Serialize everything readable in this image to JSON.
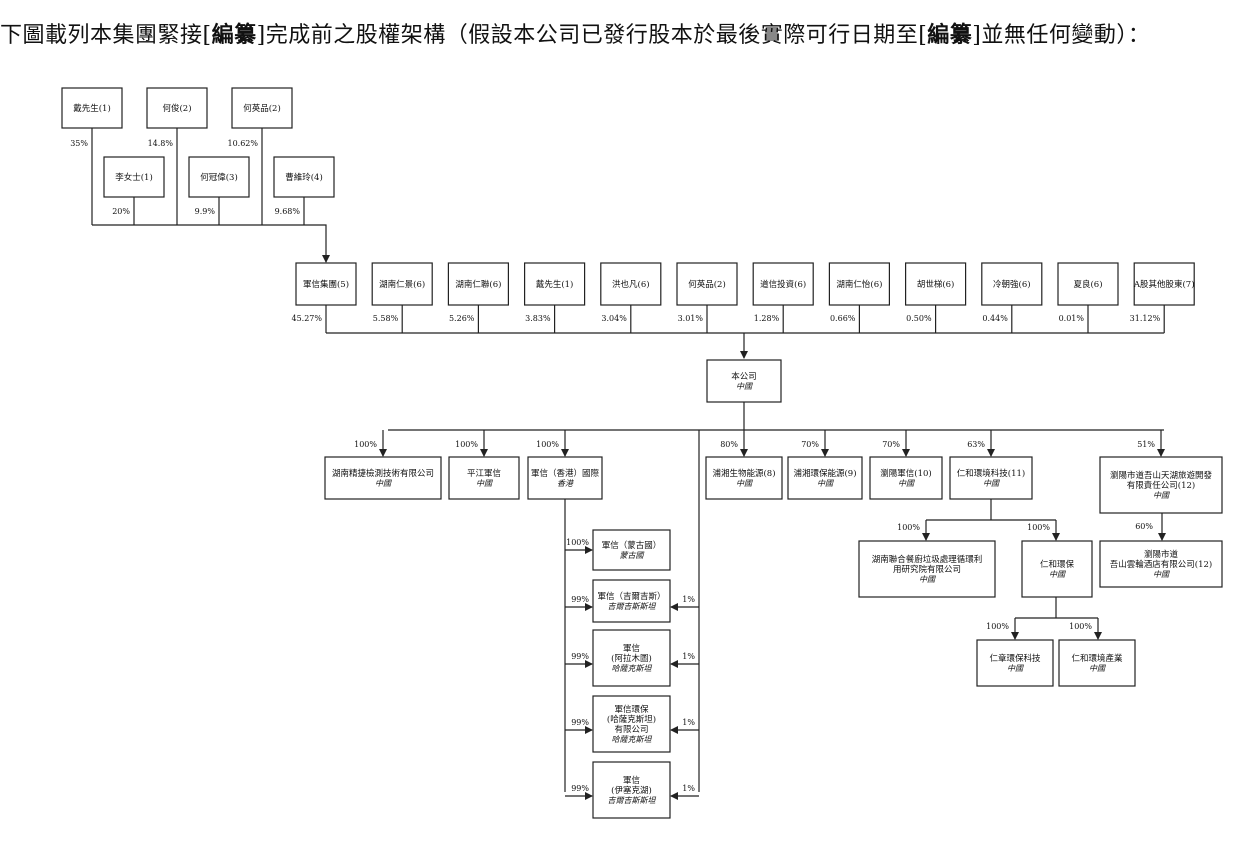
{
  "heading": {
    "part1": "下圖載列本集團緊接[",
    "redact1": "編纂",
    "part2": "]完成前之股權架構（假設本公司已發行股本於最後實際可行日期至[",
    "redact2": "編纂",
    "part3": "]並無任何變動）："
  },
  "top_holders": [
    {
      "name": "戴先生",
      "note": "(1)",
      "pct": "35%"
    },
    {
      "name": "何俊",
      "note": "(2)",
      "pct": "14.8%"
    },
    {
      "name": "何英品",
      "note": "(2)",
      "pct": "10.62%"
    },
    {
      "name": "李女士",
      "note": "(1)",
      "pct": "20%"
    },
    {
      "name": "何冠偉",
      "note": "(3)",
      "pct": "9.9%"
    },
    {
      "name": "曹維玲",
      "note": "(4)",
      "pct": "9.68%"
    }
  ],
  "shareholders": [
    {
      "name": "軍信集團",
      "note": "(5)",
      "pct": "45.27%"
    },
    {
      "name": "湖南仁景",
      "note": "(6)",
      "pct": "5.58%"
    },
    {
      "name": "湖南仁聯",
      "note": "(6)",
      "pct": "5.26%"
    },
    {
      "name": "戴先生",
      "note": "(1)",
      "pct": "3.83%"
    },
    {
      "name": "洪也凡",
      "note": "(6)",
      "pct": "3.04%"
    },
    {
      "name": "何英品",
      "note": "(2)",
      "pct": "3.01%"
    },
    {
      "name": "道信投資",
      "note": "(6)",
      "pct": "1.28%"
    },
    {
      "name": "湖南仁怡",
      "note": "(6)",
      "pct": "0.66%"
    },
    {
      "name": "胡世梯",
      "note": "(6)",
      "pct": "0.50%"
    },
    {
      "name": "冷朝強",
      "note": "(6)",
      "pct": "0.44%"
    },
    {
      "name": "夏良",
      "note": "(6)",
      "pct": "0.01%"
    },
    {
      "name": "A股其他股東",
      "note": "(7)",
      "pct": "31.12%"
    }
  ],
  "company": {
    "name": "本公司",
    "place": "中國"
  },
  "subsidiaries": [
    {
      "name": "湖南精捷檢測技術有限公司",
      "place": "中國",
      "pct": "100%"
    },
    {
      "name": "平江軍信",
      "place": "中國",
      "pct": "100%"
    },
    {
      "name": "軍信（香港）國際",
      "place": "香港",
      "pct": "100%"
    },
    {
      "name": "浦湘生物能源",
      "note": "(8)",
      "place": "中國",
      "pct": "80%"
    },
    {
      "name": "浦湘環保能源",
      "note": "(9)",
      "place": "中國",
      "pct": "70%"
    },
    {
      "name": "瀏陽軍信",
      "note": "(10)",
      "place": "中國",
      "pct": "70%"
    },
    {
      "name": "仁和環境科技",
      "note": "(11)",
      "place": "中國",
      "pct": "63%"
    },
    {
      "name": "瀏陽市道吾山天湖旅遊開發",
      "name2": "有限責任公司",
      "note": "(12)",
      "place": "中國",
      "pct": "51%"
    }
  ],
  "hk_subs": [
    {
      "lines": [
        "軍信（蒙古國）",
        "蒙古國"
      ],
      "pct": "100%",
      "pct_right": ""
    },
    {
      "lines": [
        "軍信（吉爾吉斯）",
        "吉爾吉斯斯坦"
      ],
      "pct": "99%",
      "pct_right": "1%"
    },
    {
      "lines": [
        "軍信",
        "(阿拉木圖)",
        "哈薩克斯坦"
      ],
      "pct": "99%",
      "pct_right": "1%"
    },
    {
      "lines": [
        "軍信環保",
        "(哈薩克斯坦)",
        "有限公司",
        "哈薩克斯坦"
      ],
      "pct": "99%",
      "pct_right": "1%"
    },
    {
      "lines": [
        "軍信",
        "(伊塞克湖)",
        "吉爾吉斯斯坦"
      ],
      "pct": "99%",
      "pct_right": "1%"
    }
  ],
  "renhe_subs": [
    {
      "lines": [
        "湖南聯合餐廚垃圾處理循環利",
        "用研究院有限公司",
        "中國"
      ],
      "pct": "100%"
    },
    {
      "lines": [
        "仁和環保",
        "中國"
      ],
      "pct": "100%"
    }
  ],
  "renhe_env_subs": [
    {
      "lines": [
        "仁章環保科技",
        "中國"
      ],
      "pct": "100%"
    },
    {
      "lines": [
        "仁和環境產業",
        "中國"
      ],
      "pct": "100%"
    }
  ],
  "tianhu_sub": {
    "lines": [
      "瀏陽市道",
      "吾山雲輪酒店有限公司",
      "中國"
    ],
    "note": "(12)",
    "pct": "60%"
  }
}
